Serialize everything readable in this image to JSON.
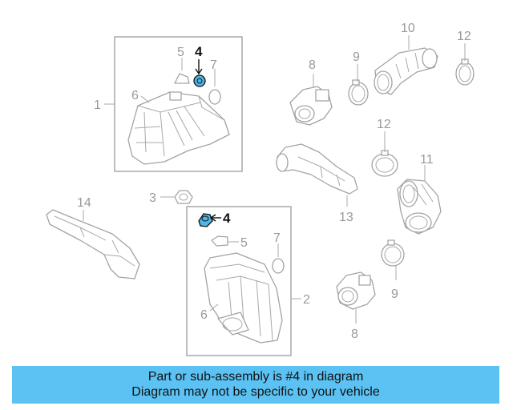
{
  "highlight_part": "4",
  "highlight_color": "#4db8e8",
  "labels": {
    "box1": "1",
    "box2": "2",
    "part3": "3",
    "part4_top": "4",
    "part4_bottom": "4",
    "part5_top": "5",
    "part5_bottom": "5",
    "part6_top": "6",
    "part6_bottom": "6",
    "part7_top": "7",
    "part7_bottom": "7",
    "part8_top": "8",
    "part8_bottom": "8",
    "part9_top": "9",
    "part9_bottom": "9",
    "part10": "10",
    "part11": "11",
    "part12_top": "12",
    "part12_mid": "12",
    "part13": "13",
    "part14": "14"
  },
  "banner": {
    "line1": "Part or sub-assembly is #4 in diagram",
    "line2": "Diagram may not be specific to your vehicle",
    "color": "#5bc2f3"
  }
}
